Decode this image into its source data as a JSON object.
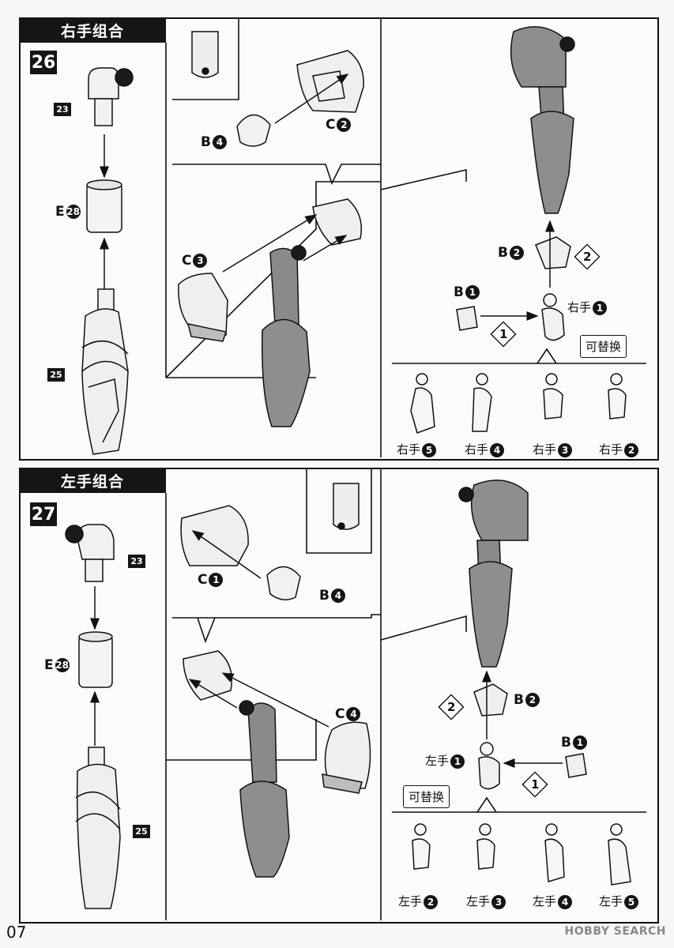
{
  "page_number": "07",
  "watermark": "HOBBY SEARCH",
  "sections": [
    {
      "title": "右手组合",
      "step": "26",
      "tags": {
        "head": "23",
        "leg": "25"
      },
      "labels": {
        "e_part": "E",
        "e_num": "28",
        "b_small": "B",
        "b_small_num": "4",
        "c_shell": "C",
        "c_shell_num": "2",
        "c_knee": "C",
        "c_knee_num": "3",
        "b_foot": "B",
        "b_foot_num": "2",
        "b_hand_peg": "B",
        "b_hand_peg_num": "1",
        "hand_main": "右手",
        "hand_main_num": "1",
        "swap": "可替换",
        "step1": "1",
        "step2": "2"
      },
      "alt_hands": [
        {
          "label": "右手",
          "num": "5"
        },
        {
          "label": "右手",
          "num": "4"
        },
        {
          "label": "右手",
          "num": "3"
        },
        {
          "label": "右手",
          "num": "2"
        }
      ]
    },
    {
      "title": "左手组合",
      "step": "27",
      "tags": {
        "head": "23",
        "leg": "25"
      },
      "labels": {
        "e_part": "E",
        "e_num": "28",
        "b_small": "B",
        "b_small_num": "4",
        "c_shell": "C",
        "c_shell_num": "1",
        "c_knee": "C",
        "c_knee_num": "4",
        "b_foot": "B",
        "b_foot_num": "2",
        "b_hand_peg": "B",
        "b_hand_peg_num": "1",
        "hand_main": "左手",
        "hand_main_num": "1",
        "swap": "可替换",
        "step1": "1",
        "step2": "2"
      },
      "alt_hands": [
        {
          "label": "左手",
          "num": "2"
        },
        {
          "label": "左手",
          "num": "3"
        },
        {
          "label": "左手",
          "num": "4"
        },
        {
          "label": "左手",
          "num": "5"
        }
      ]
    }
  ]
}
